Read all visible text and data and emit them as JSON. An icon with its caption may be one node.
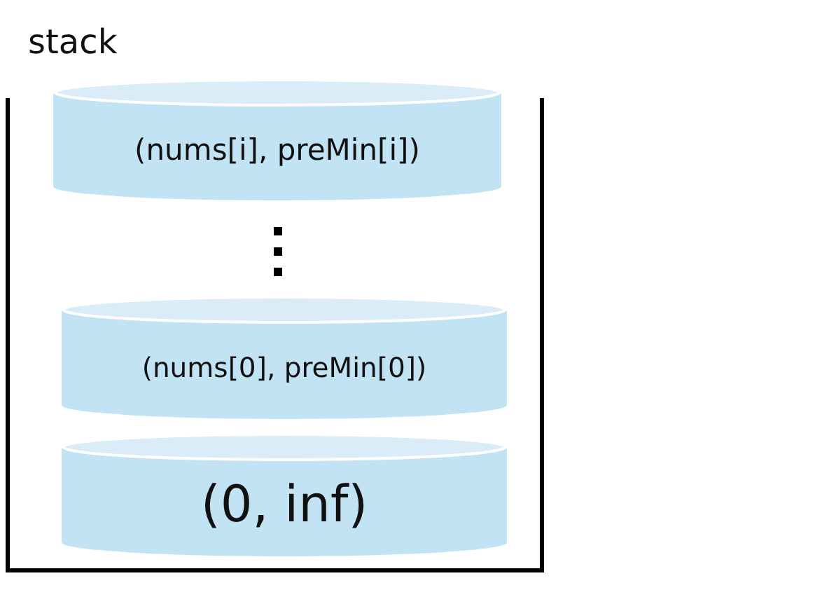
{
  "diagram": {
    "nodes": [
      {
        "text": [
          "stack"
        ]
      },
      {
        "text": [
          "(nums[i], preMin[i])"
        ],
        "in": 0
      },
      {
        "text": [
          "(nums[0], preMin[0])"
        ],
        "in": 0
      },
      {
        "text": [
          "(0, inf)"
        ],
        "in": 0
      }
    ],
    "edges": []
  }
}
